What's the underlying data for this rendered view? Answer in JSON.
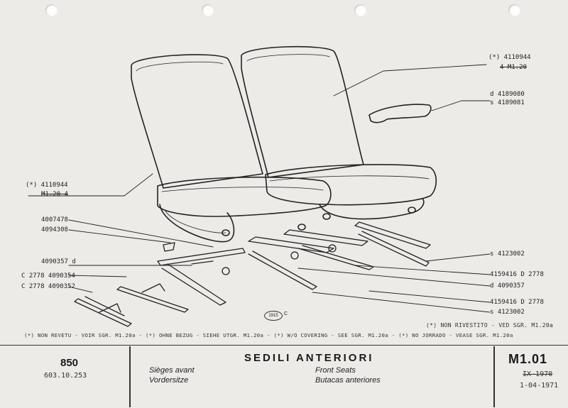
{
  "labels": {
    "ref_top_right": "(*) 4110944",
    "ref_top_right_b": "4 M1.20",
    "handle_d": "d 4189080",
    "handle_s": "s 4189081",
    "ref_left": "(*) 4110944",
    "ref_left_b": "M1.20 4",
    "p4007478": "4007478",
    "p4094308": "4094308",
    "p4090357d": "4090357 d",
    "p4090354": "C 2778 4090354",
    "p4090352": "C 2778 4090352",
    "s4123002_top": "s 4123002",
    "p4159416_a": "4159416 D 2778",
    "d4090357": "d 4090357",
    "p4159416_b": "4159416 D 2778",
    "s4123002_bot": "s 4123002",
    "stamp": "1915",
    "stamp_c": "C"
  },
  "notes": {
    "line1": "(*) NON RIVESTITO - VED SGR. M1.20a",
    "line2": "(*) NON REVETU - VOIR SGR. M1.20a - (*) OHNE BEZUG - SIEHE UTGR. M1.20a - (*) W/O COVERING - SEE SGR. M1.20a - (*) NO JORRADO - VEASE SGR. M1.20a"
  },
  "footer": {
    "model": "850",
    "subcode": "603.10.253",
    "title": "SEDILI ANTERIORI",
    "fr": "Sièges avant",
    "de": "Vordersitze",
    "en": "Front Seats",
    "es": "Butacas anteriores",
    "code": "M1.01",
    "date_old": "IX-1970",
    "date_new": "1-04-1971"
  }
}
